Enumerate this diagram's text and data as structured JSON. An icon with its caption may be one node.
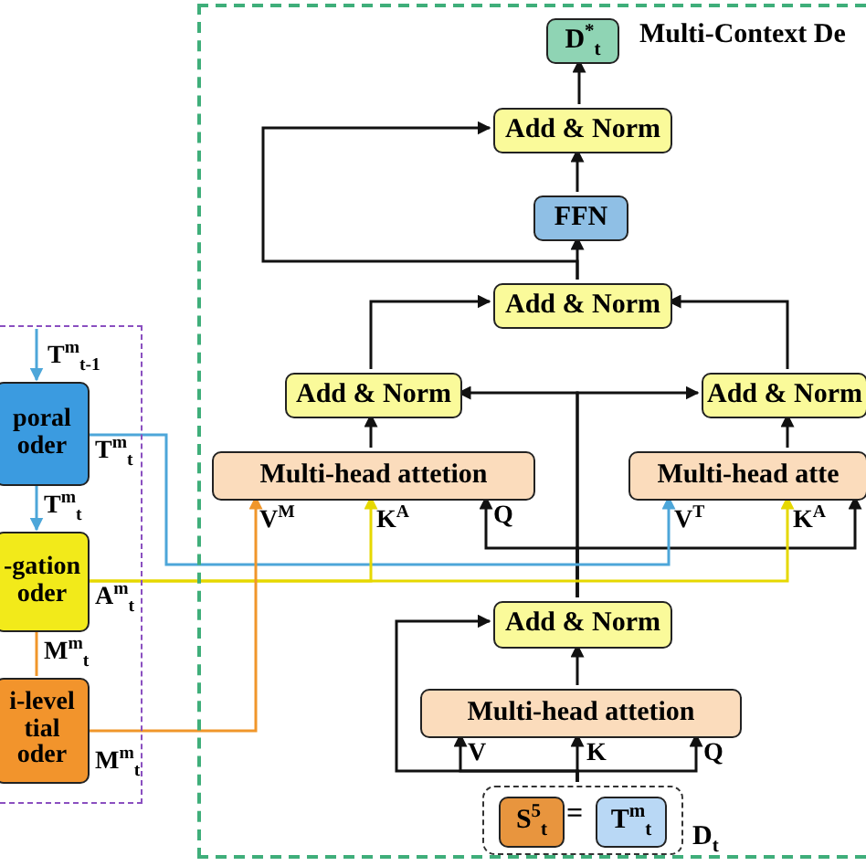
{
  "diagram": {
    "nodes": [
      {
        "text": [],
        "shape": "box"
      },
      {
        "text": [
          "poral oder"
        ],
        "in": 0
      },
      {
        "text": [
          "-gation oder"
        ],
        "in": 0
      },
      {
        "text": [
          "i-level tial oder"
        ],
        "in": 0
      },
      {
        "text": [
          "Multi-Context De"
        ]
      },
      {
        "text": [
          "D$^{*}$$_{t}$"
        ],
        "in": 4
      },
      {
        "text": [
          "Add & Norm"
        ],
        "in": 4
      },
      {
        "text": [
          "FFN"
        ],
        "in": 4
      },
      {
        "text": [
          "Add & Norm"
        ],
        "in": 4
      },
      {
        "text": [
          "Add & Norm"
        ],
        "in": 4
      },
      {
        "text": [
          "Add & Norm"
        ],
        "in": 4
      },
      {
        "text": [
          "Multi-head attetion"
        ],
        "in": 4
      },
      {
        "text": [
          "Multi-head atte"
        ],
        "in": 4
      },
      {
        "text": [
          "Add & Norm"
        ],
        "in": 4
      },
      {
        "text": [
          "Multi-head attetion"
        ],
        "in": 4
      },
      {
        "text": [],
        "shape": "box",
        "in": 4,
        "beside": [
          "D$_{t}$"
        ]
      },
      {
        "text": [
          "S$^{5}$$_{t}$"
        ],
        "in": 15
      },
      {
        "text": [
          "T$^{m}$$_{t}$"
        ],
        "in": 15
      }
    ],
    "edges": [
      {
        "from": 6,
        "to": 5,
        "arrow": "to"
      },
      {
        "from": 7,
        "to": 6,
        "arrow": "to"
      },
      {
        "from": 8,
        "to": 7,
        "arrow": "to"
      },
      {
        "from": 8,
        "to": 6,
        "arrow": "to"
      },
      {
        "from": 9,
        "to": 8,
        "arrow": "to"
      },
      {
        "from": 10,
        "to": 8,
        "arrow": "to"
      },
      {
        "from": 13,
        "to": 9,
        "arrow": "to"
      },
      {
        "from": 13,
        "to": 10,
        "arrow": "to"
      },
      {
        "from": 13,
        "to": 11,
        "arrow": "to"
      },
      {
        "from": 13,
        "to": 12,
        "arrow": "to"
      },
      {
        "from": 11,
        "to": 9,
        "arrow": "to"
      },
      {
        "from": 12,
        "to": 10,
        "arrow": "to"
      },
      {
        "from": 14,
        "to": 13,
        "arrow": "to"
      },
      {
        "from": 15,
        "to": 14,
        "arrow": "to"
      },
      {
        "from": 15,
        "to": 14,
        "arrow": "to"
      },
      {
        "from": 15,
        "to": 14,
        "arrow": "to"
      },
      {
        "from": 15,
        "to": 13,
        "arrow": "to"
      },
      {
        "from": 1,
        "to": 12,
        "arrow": "to",
        "color": "#4da6d9"
      },
      {
        "from": 2,
        "to": 11,
        "arrow": "to",
        "color": "#e6d800"
      },
      {
        "from": 2,
        "to": 12,
        "arrow": "to",
        "color": "#e6d800"
      },
      {
        "from": 3,
        "to": 11,
        "arrow": "to",
        "color": "#f0962a"
      },
      {
        "from": null,
        "to": 1,
        "arrow": "to",
        "label": "T$^{m}$$_{t-1}$",
        "color": "#4da6d9"
      },
      {
        "from": 1,
        "to": 2,
        "arrow": "to",
        "label": "T$^{m}$$_{t}$",
        "color": "#4da6d9"
      },
      {
        "from": 2,
        "to": 3,
        "arrow": "none",
        "label": "M$^{m}$$_{t}$",
        "color": "#f0962a"
      }
    ],
    "labels": [
      "T$^{m}$$_{t}$",
      "A$^{m}$$_{t}$",
      "M$^{m}$$_{t}$",
      "V$^{M}$",
      "K$^{A}$",
      "Q",
      "V$^{T}$",
      "K$^{A}$",
      "V",
      "K",
      "Q",
      "="
    ]
  }
}
